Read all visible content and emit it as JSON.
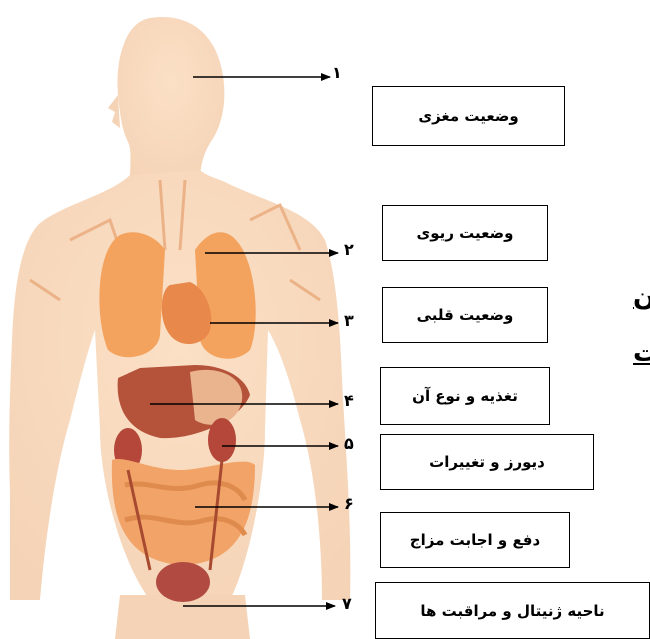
{
  "labels": [
    {
      "number": "۱",
      "text": "وضعیت مغزی"
    },
    {
      "number": "۲",
      "text": "وضعیت ریوی"
    },
    {
      "number": "۳",
      "text": "وضعیت قلبی"
    },
    {
      "number": "۴",
      "text": "تغذیه و نوع آن"
    },
    {
      "number": "۵",
      "text": "دیورز و تغییرات"
    },
    {
      "number": "۶",
      "text": "دفع و اجابت مزاج"
    },
    {
      "number": "۷",
      "text": "ناحیه ژنیتال و مراقبت ها"
    }
  ],
  "edge_text": [
    "ن",
    "ت"
  ]
}
